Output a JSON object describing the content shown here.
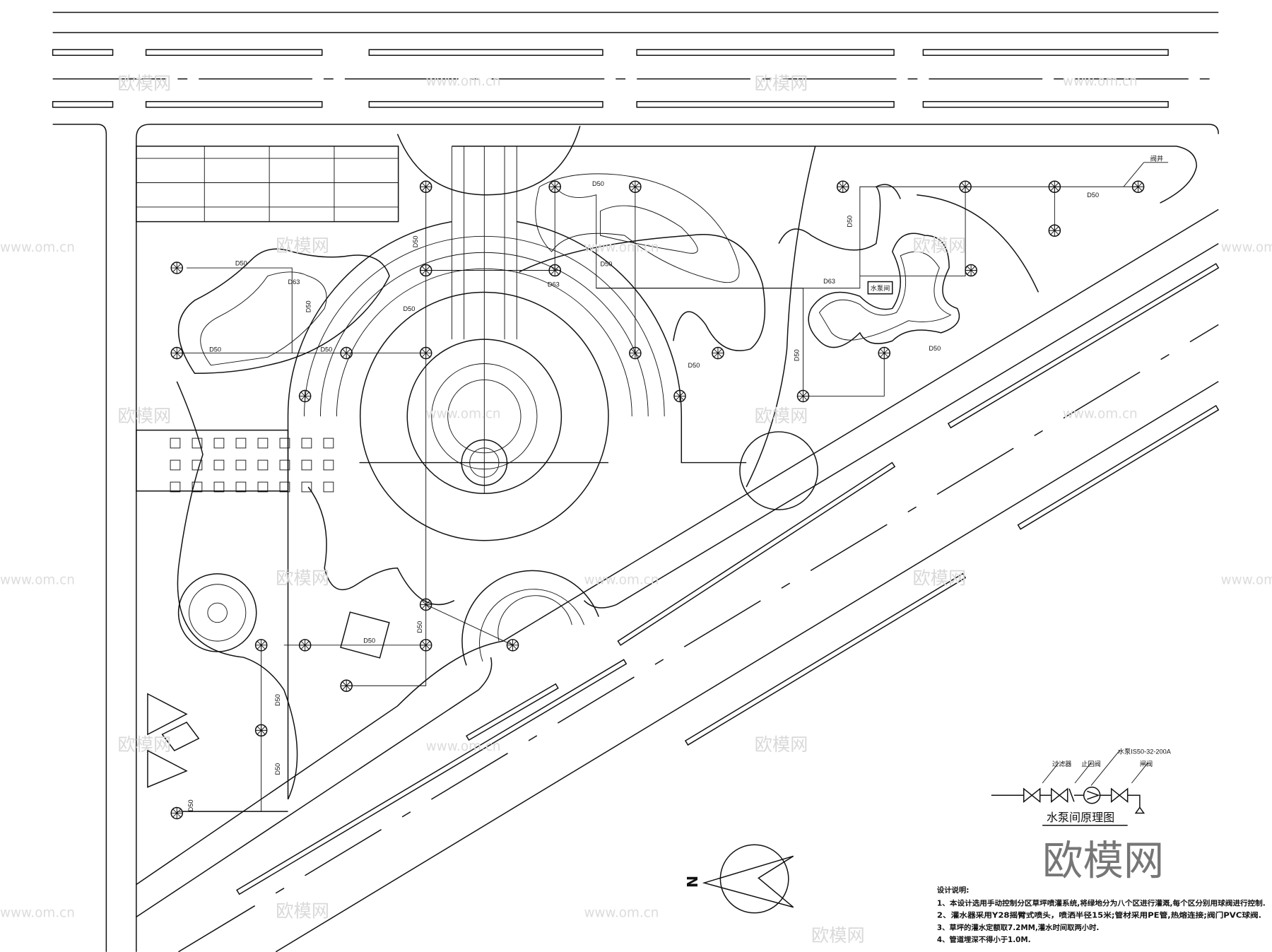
{
  "drawing": {
    "pipe_labels": [
      "D50",
      "D50",
      "D50",
      "D50",
      "D50",
      "D50",
      "D63",
      "D63",
      "D63",
      "D50",
      "D50",
      "D50",
      "D50",
      "D50",
      "D50",
      "D50",
      "D50",
      "D50",
      "D50",
      "D50",
      "D50"
    ],
    "pump_room_label": "水泵间",
    "valve_well_label": "阀井",
    "north_label": "N"
  },
  "pump_diagram": {
    "title": "水泵间原理图",
    "filter_label": "过滤器",
    "check_valve_label": "止回阀",
    "pump_label": "水泵IS50-32-200A",
    "gate_valve_label": "闸阀"
  },
  "notes": {
    "heading": "设计说明:",
    "items": [
      "1、本设计选用手动控制分区草坪喷灌系统,将绿地分为八个区进行灌溉,每个区分别用球阀进行控制.",
      "2、灌水器采用Y28摇臂式喷头，喷洒半径15米;管材采用PE管,热熔连接;阀门PVC球阀.",
      "3、草坪的灌水定额取7.2MM,灌水时间取两小时.",
      "4、管道埋深不得小于1.0M."
    ]
  },
  "watermarks": {
    "brand": "欧模网",
    "url": "www.om.cn",
    "big": "欧模网"
  }
}
